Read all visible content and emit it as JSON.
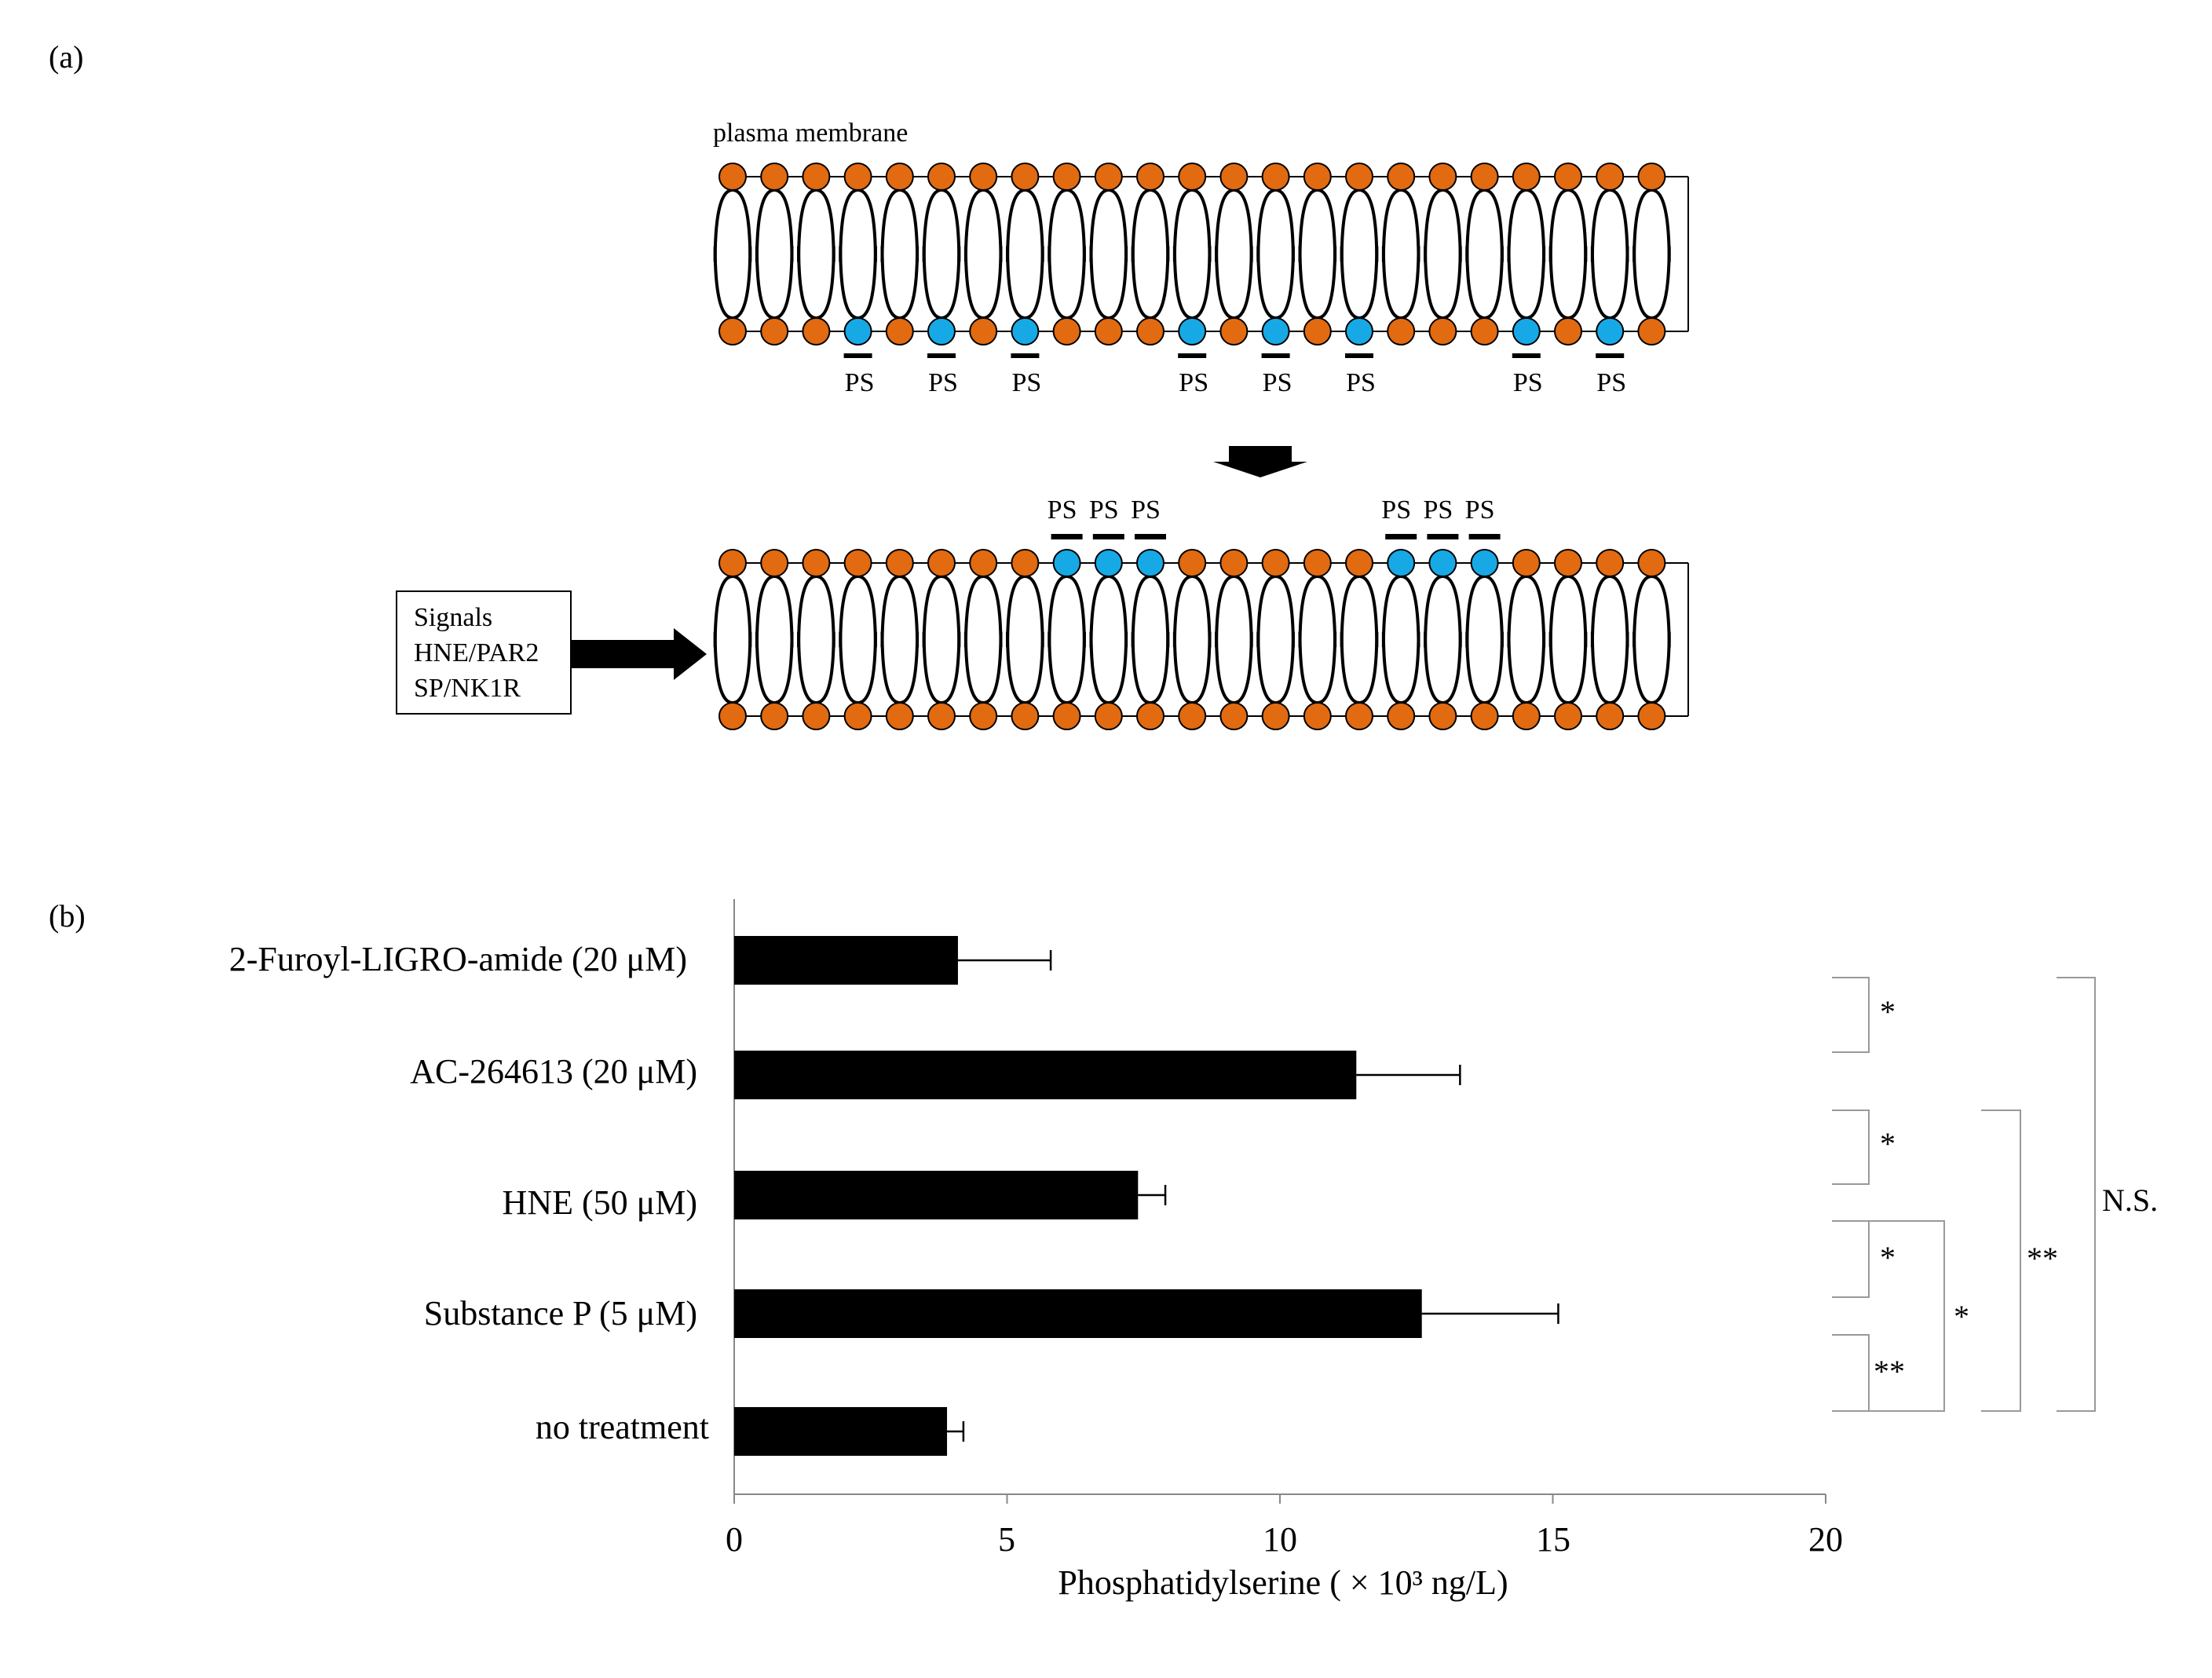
{
  "panel_a": {
    "label": "(a)",
    "membrane_label": "plasma membrane",
    "ps_label": "PS",
    "signals_box": {
      "lines": [
        "Signals",
        "HNE/PAR2",
        "SP/NK1R"
      ]
    },
    "colors": {
      "lipid_head": "#E26A10",
      "ps_head": "#17A9E6",
      "outline": "#000000"
    },
    "before": {
      "top_ps_indices": [],
      "bottom_ps_indices": [
        3,
        5,
        7,
        11,
        13,
        15,
        19,
        21
      ]
    },
    "after": {
      "top_ps_indices": [
        8,
        9,
        10,
        16,
        17,
        18
      ],
      "bottom_ps_indices": []
    }
  },
  "panel_b": {
    "label": "(b)"
  },
  "chart_data": {
    "type": "bar",
    "orientation": "horizontal",
    "categories": [
      "2-Furoyl-LIGRO-amide (20 μM)",
      "AC-264613 (20 μM)",
      "HNE (50 μM)",
      "Substance P (5 μM)",
      "no treatment"
    ],
    "values": [
      4.1,
      11.4,
      7.4,
      12.6,
      3.9
    ],
    "errors": [
      1.7,
      1.9,
      0.5,
      2.5,
      0.3
    ],
    "xlabel": "Phosphatidylserine ( × 10³ ng/L)",
    "xlim": [
      0,
      20
    ],
    "xticks": [
      "0",
      "5",
      "10",
      "15",
      "20"
    ],
    "xtick_values": [
      0,
      5,
      10,
      15,
      20
    ],
    "bar_color": "#000000",
    "significance": [
      {
        "from": 0,
        "to": 1,
        "label": "*"
      },
      {
        "from": 1,
        "to": 2,
        "label": "*"
      },
      {
        "from": 2,
        "to": 3,
        "label": "*"
      },
      {
        "from": 3,
        "to": 4,
        "label": "**"
      },
      {
        "from": 2,
        "to": 4,
        "label": "*"
      },
      {
        "from": 1,
        "to": 4,
        "label": "**"
      },
      {
        "from": 0,
        "to": 4,
        "label": "N.S."
      }
    ]
  }
}
